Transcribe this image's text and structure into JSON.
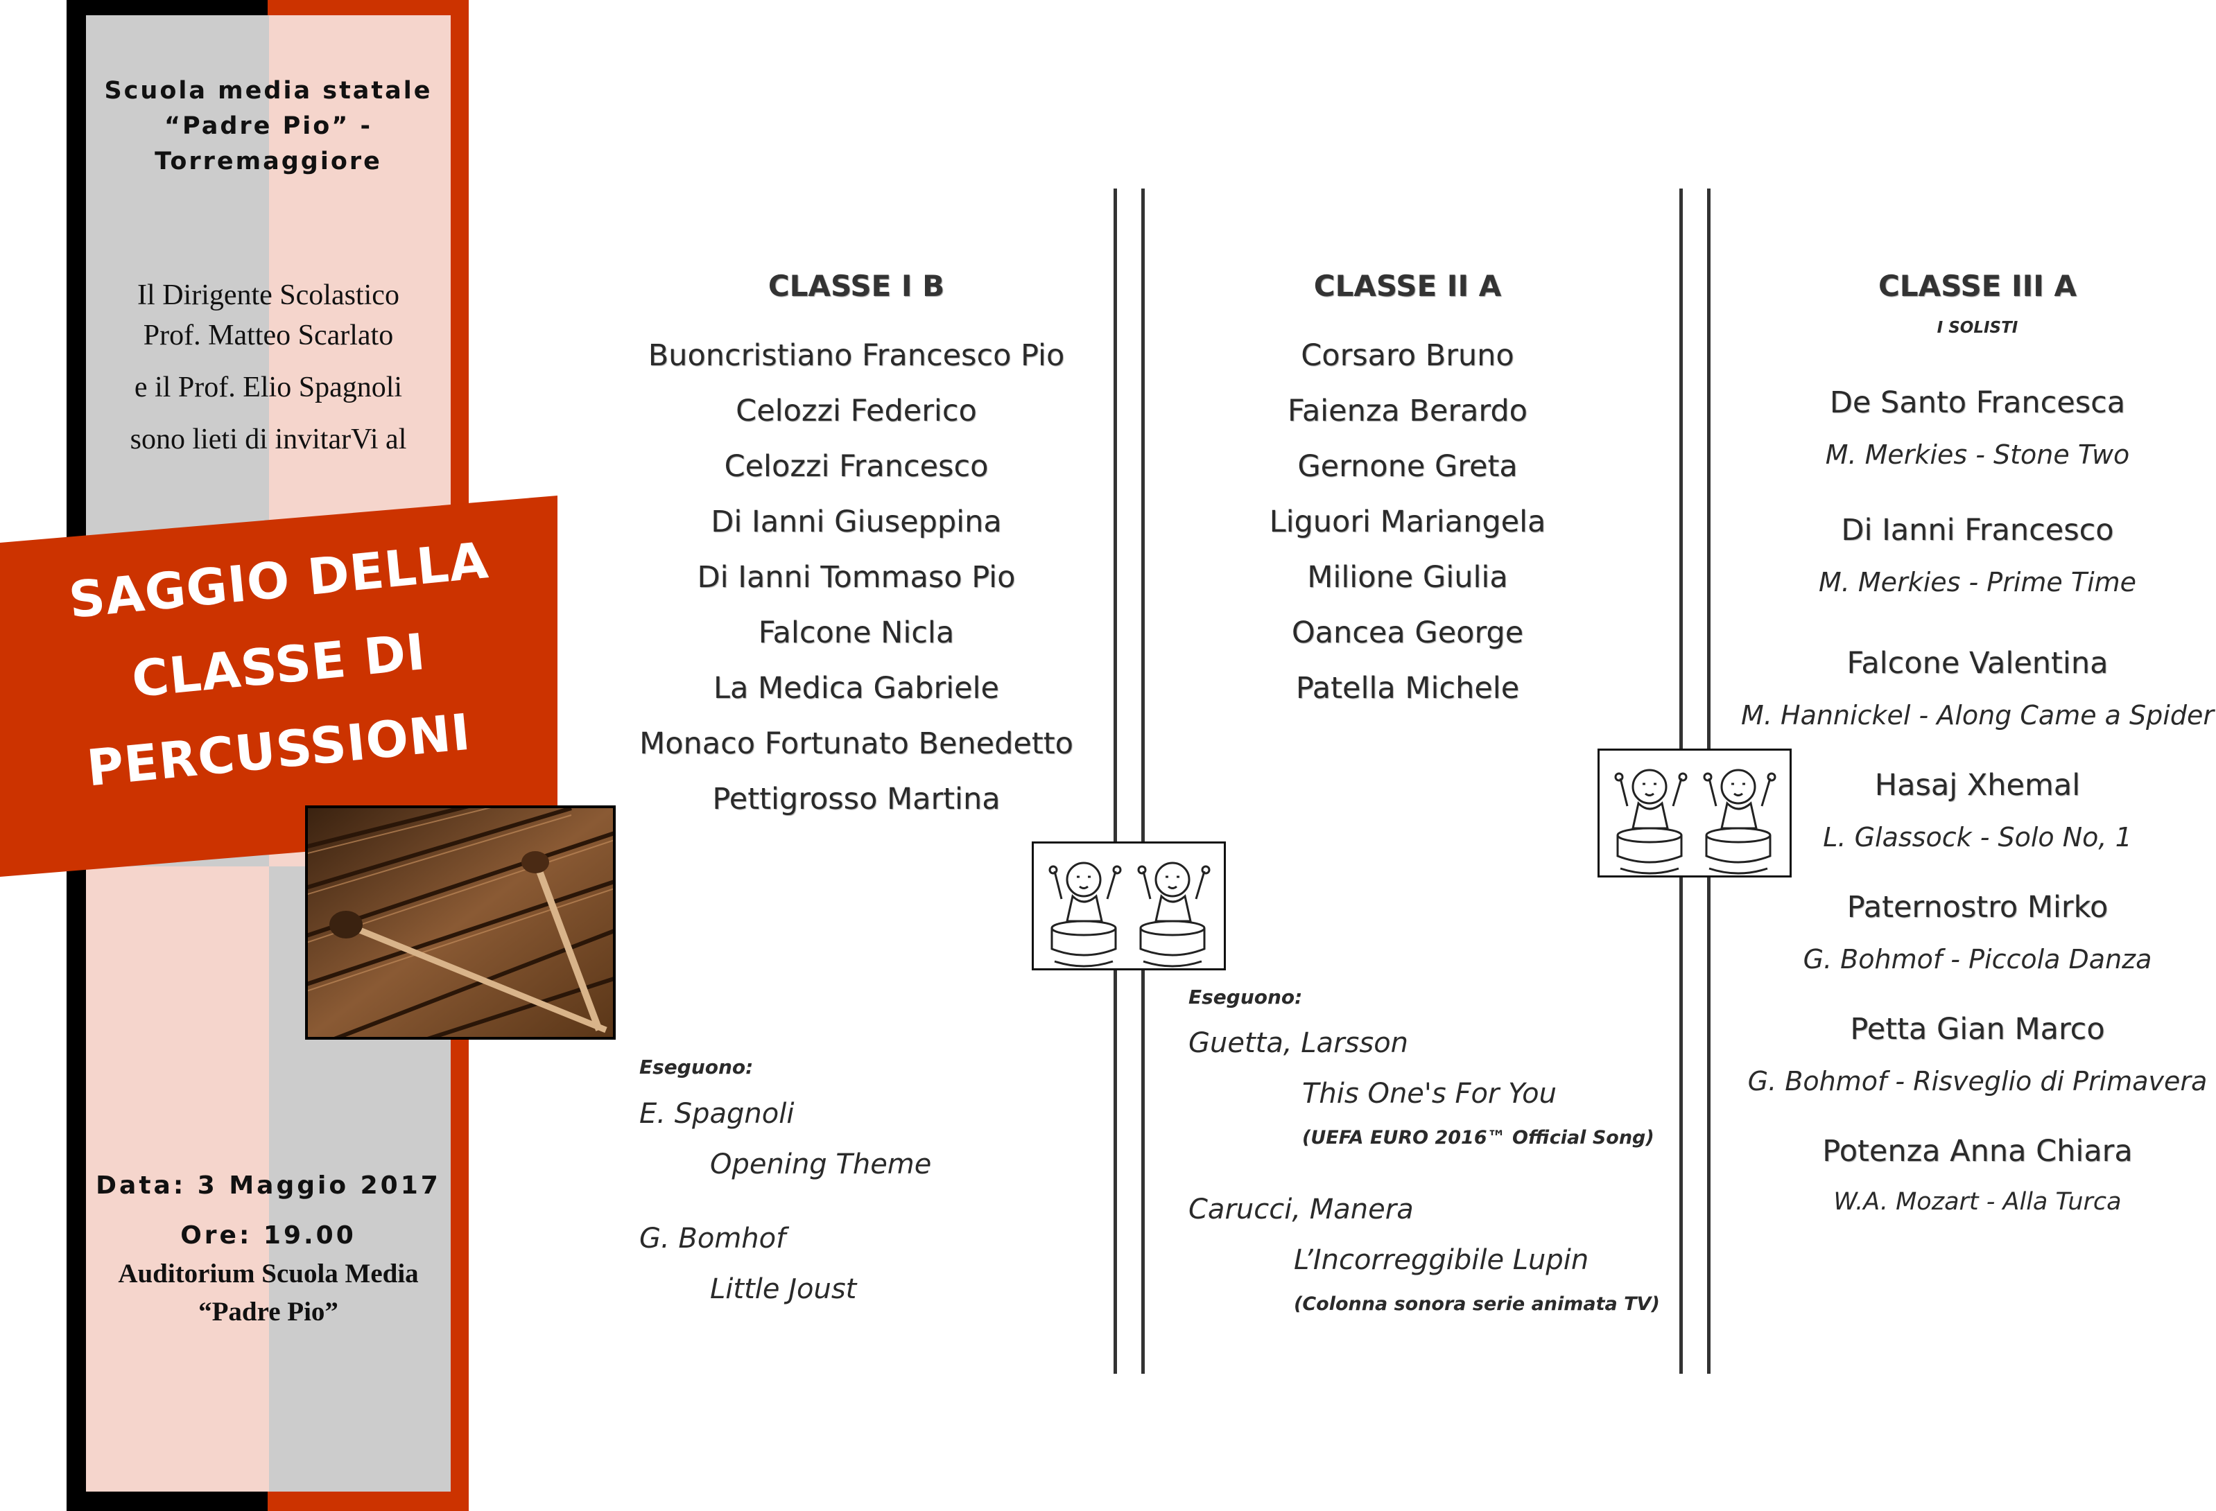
{
  "left_panel": {
    "school": [
      "Scuola media statale",
      "“Padre Pio” -",
      "Torremaggiore"
    ],
    "intro": [
      "Il Dirigente Scolastico",
      "Prof. Matteo Scarlato",
      "e il Prof. Elio Spagnoli",
      "sono lieti di invitarVi al"
    ],
    "banner": [
      "SAGGIO DELLA",
      "CLASSE DI",
      "PERCUSSIONI"
    ],
    "date_line": "Data: 3 Maggio 2017",
    "time_line": "Ore: 19.00",
    "venue": [
      "Auditorium Scuola Media",
      "“Padre Pio”"
    ]
  },
  "classes": [
    {
      "title": "CLASSE I B",
      "students": [
        "Buoncristiano Francesco Pio",
        "Celozzi Federico",
        "Celozzi Francesco",
        "Di Ianni Giuseppina",
        "Di Ianni Tommaso Pio",
        "Falcone Nicla",
        "La Medica Gabriele",
        "Monaco Fortunato Benedetto",
        "Pettigrosso Martina"
      ],
      "performs_label": "Eseguono:",
      "pieces": [
        {
          "composer": "E. Spagnoli",
          "title": "Opening Theme"
        },
        {
          "composer": "G. Bomhof",
          "title": "Little Joust"
        }
      ]
    },
    {
      "title": "CLASSE II A",
      "students": [
        "Corsaro Bruno",
        "Faienza Berardo",
        "Gernone Greta",
        "Liguori Mariangela",
        "Milione Giulia",
        "Oancea George",
        "Patella Michele"
      ],
      "performs_label": "Eseguono:",
      "pieces": [
        {
          "composer": "Guetta, Larsson",
          "title": "This One's For You",
          "note": "(UEFA EURO 2016™ Official Song)"
        },
        {
          "composer": "Carucci, Manera",
          "title": "L’Incorreggibile Lupin",
          "note": "(Colonna sonora serie animata TV)"
        }
      ]
    },
    {
      "title": "CLASSE III A",
      "subtitle": "I SOLISTI",
      "soloists": [
        {
          "name": "De Santo Francesca",
          "piece": "M. Merkies - Stone Two"
        },
        {
          "name": "Di Ianni Francesco",
          "piece": "M. Merkies - Prime Time"
        },
        {
          "name": "Falcone Valentina",
          "piece": "M. Hannickel - Along Came a Spider"
        },
        {
          "name": "Hasaj Xhemal",
          "piece": "L. Glassock - Solo No, 1"
        },
        {
          "name": "Paternostro Mirko",
          "piece": "G. Bohmof - Piccola Danza"
        },
        {
          "name": "Petta Gian Marco",
          "piece": "G. Bohmof - Risveglio di Primavera"
        },
        {
          "name": "Potenza Anna Chiara",
          "piece": "W.A. Mozart - Alla Turca"
        }
      ]
    }
  ],
  "colors": {
    "accent": "#cc3300",
    "grey": "#cccccc",
    "pink": "#f5d5cc",
    "text": "#2a2a2a"
  },
  "icons": [
    "drummer-children-illustration",
    "marimba-photo"
  ]
}
